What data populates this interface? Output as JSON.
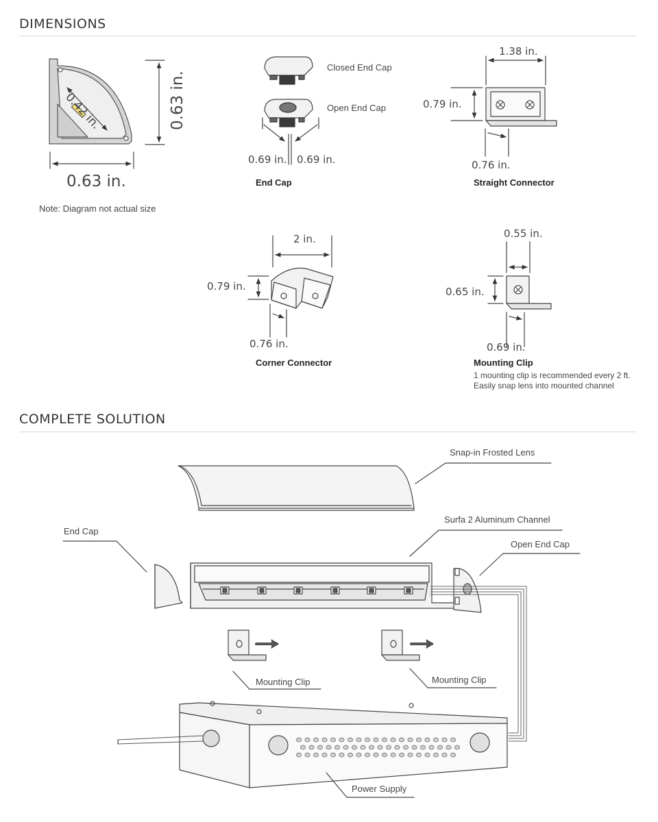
{
  "sections": {
    "dimensions": "DIMENSIONS",
    "complete_solution": "COMPLETE SOLUTION"
  },
  "profile": {
    "width": "0.63 in.",
    "height": "0.63 in.",
    "diagonal": "0.42 in.",
    "note": "Note: Diagram not actual size"
  },
  "end_cap": {
    "closed_label": "Closed End Cap",
    "open_label": "Open End Cap",
    "dim_left": "0.69 in.",
    "dim_right": "0.69 in.",
    "caption": "End Cap"
  },
  "straight_connector": {
    "width": "1.38 in.",
    "height": "0.79 in.",
    "depth": "0.76 in.",
    "caption": "Straight Connector"
  },
  "corner_connector": {
    "width": "2 in.",
    "height": "0.79 in.",
    "depth": "0.76 in.",
    "caption": "Corner Connector"
  },
  "mounting_clip": {
    "width": "0.55 in.",
    "height": "0.65 in.",
    "depth": "0.69 in.",
    "caption": "Mounting Clip",
    "note_line1": "1 mounting clip is recommended every 2 ft.",
    "note_line2": "Easily snap lens into mounted channel"
  },
  "assembly": {
    "lens": "Snap-in Frosted Lens",
    "channel": "Surfa 2 Aluminum Channel",
    "end_cap": "End Cap",
    "open_end_cap": "Open End Cap",
    "clip_left": "Mounting Clip",
    "clip_right": "Mounting Clip",
    "power_supply": "Power Supply"
  },
  "colors": {
    "line": "#444444",
    "fill_light": "#e9e9e9",
    "led": "#f5e27a"
  }
}
